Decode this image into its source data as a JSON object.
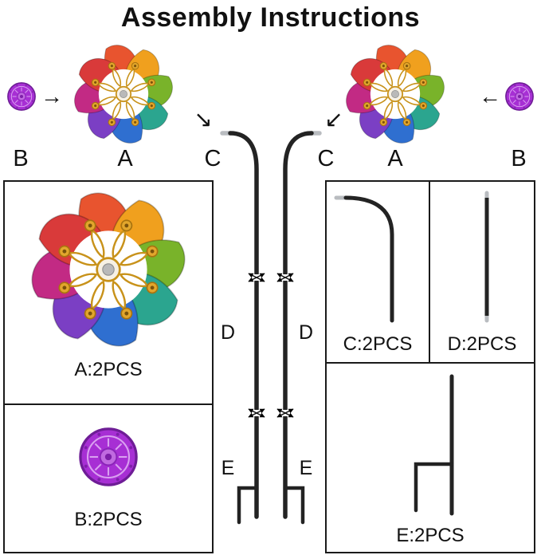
{
  "title": "Assembly Instructions",
  "top_row": {
    "left_cap_label": "B",
    "left_flower_label": "A",
    "left_stake_label": "C",
    "right_stake_label": "C",
    "right_flower_label": "A",
    "right_cap_label": "B",
    "arrow_right": "→",
    "arrow_left": "←",
    "arrow_down_right": "↘",
    "arrow_down_left": "↙"
  },
  "pole_labels": {
    "d_left": "D",
    "d_right": "D",
    "e_left": "E",
    "e_right": "E"
  },
  "parts": {
    "a_label": "A:2PCS",
    "b_label": "B:2PCS",
    "c_label": "C:2PCS",
    "d_label": "D:2PCS",
    "e_label": "E:2PCS"
  },
  "colors": {
    "pole": "#232323",
    "metal_tip": "#b9bcc0",
    "purple_cap": "#a72fd4",
    "gold": "#c8921a",
    "petals": [
      "#e8542f",
      "#f0a01e",
      "#79b32a",
      "#2ba58f",
      "#2f6fd0",
      "#7b3fc4",
      "#c22a84",
      "#d93a3a"
    ]
  }
}
